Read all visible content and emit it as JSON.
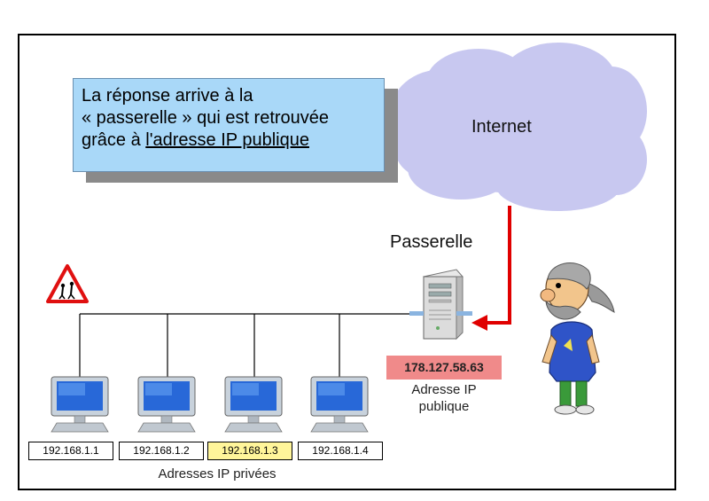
{
  "callout": {
    "line1": "La réponse arrive à la",
    "line2": "« passerelle » qui est retrouvée",
    "line3_prefix": "grâce à ",
    "line3_link": "l'adresse IP publique"
  },
  "cloud_label": "Internet",
  "gateway_label": "Passerelle",
  "public_ip": "178.127.58.63",
  "public_ip_caption_1": "Adresse IP",
  "public_ip_caption_2": "publique",
  "private_ips": [
    "192.168.1.1",
    "192.168.1.2",
    "192.168.1.3",
    "192.168.1.4"
  ],
  "highlighted_private_ip": "192.168.1.3",
  "private_caption": "Adresses IP privées",
  "colors": {
    "callout_bg": "#a9d8f8",
    "cloud": "#c8c8f0",
    "public_ip_bg": "#f08a8a",
    "highlight_bg": "#fff59a",
    "arrow": "#e00000"
  },
  "icons": [
    "warning-children-sign-icon",
    "server-icon",
    "computer-icon",
    "person-icon"
  ]
}
